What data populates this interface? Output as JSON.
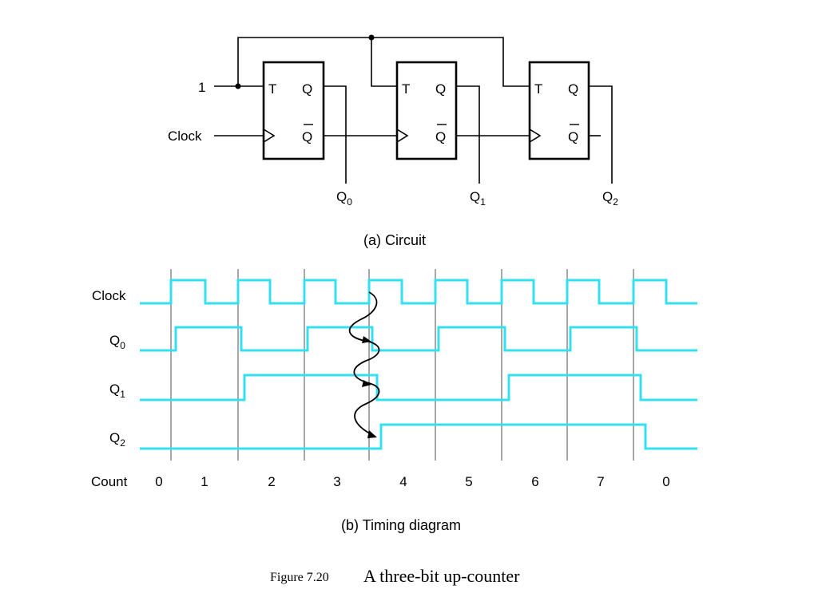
{
  "circuit": {
    "input_one": "1",
    "clock_label": "Clock",
    "ff_pins": {
      "t": "T",
      "q": "Q",
      "qbar": "Q"
    },
    "outputs": [
      {
        "base": "Q",
        "sub": "0"
      },
      {
        "base": "Q",
        "sub": "1"
      },
      {
        "base": "Q",
        "sub": "2"
      }
    ],
    "caption": "(a) Circuit"
  },
  "timing": {
    "signals": [
      {
        "id": "clock",
        "base": "Clock",
        "sub": ""
      },
      {
        "id": "q0",
        "base": "Q",
        "sub": "0"
      },
      {
        "id": "q1",
        "base": "Q",
        "sub": "1"
      },
      {
        "id": "q2",
        "base": "Q",
        "sub": "2"
      }
    ],
    "count_label": "Count",
    "count_values": [
      "0",
      "1",
      "2",
      "3",
      "4",
      "5",
      "6",
      "7",
      "0"
    ],
    "caption": "(b) Timing diagram"
  },
  "figure": {
    "number": "Figure 7.20",
    "title": "A three-bit up-counter"
  },
  "colors": {
    "waveform": "#33e0f0",
    "edge_marker": "#8a8a8a",
    "ink": "#000000"
  }
}
